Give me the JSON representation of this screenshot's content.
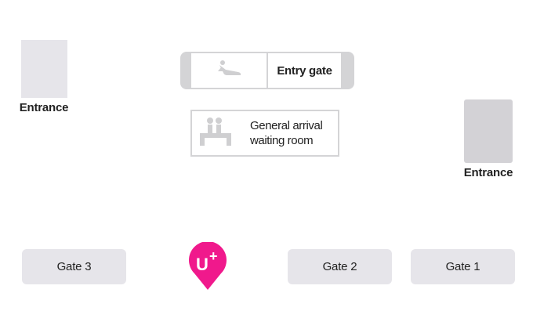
{
  "map": {
    "entrance_left": {
      "label": "Entrance"
    },
    "entrance_right": {
      "label": "Entrance"
    },
    "entry_gate": {
      "label": "Entry gate",
      "icon": "airplane-arrival-icon"
    },
    "waiting_room": {
      "line1": "General arrival",
      "line2": "waiting room",
      "icon": "waiting-seats-icon"
    },
    "gates": [
      {
        "label": "Gate 3"
      },
      {
        "label": "Gate 2"
      },
      {
        "label": "Gate 1"
      }
    ],
    "location_pin": {
      "label": "U+",
      "icon": "map-pin-icon",
      "color": "#f0198c"
    }
  },
  "colors": {
    "block_light": "#e6e5ea",
    "block_dark": "#d3d2d6",
    "border_gray": "#d4d4d6",
    "brand_pink": "#f0198c"
  }
}
